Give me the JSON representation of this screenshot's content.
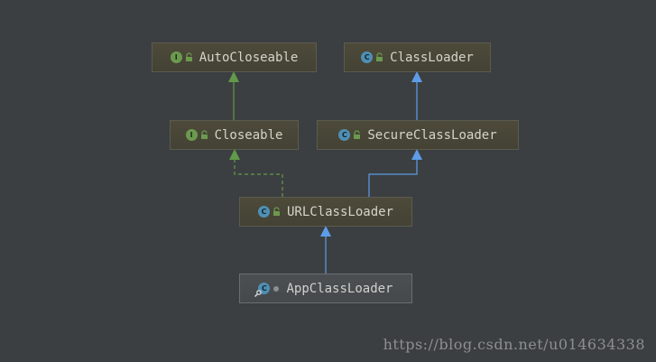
{
  "diagram": {
    "nodes": [
      {
        "id": "autocloseable",
        "label": "AutoCloseable",
        "kind": "I",
        "access": "lock"
      },
      {
        "id": "classloader",
        "label": "ClassLoader",
        "kind": "C",
        "access": "lock"
      },
      {
        "id": "closeable",
        "label": "Closeable",
        "kind": "I",
        "access": "lock"
      },
      {
        "id": "secureclassloader",
        "label": "SecureClassLoader",
        "kind": "C",
        "access": "lock"
      },
      {
        "id": "urlclassloader",
        "label": "URLClassLoader",
        "kind": "C",
        "access": "lock"
      },
      {
        "id": "appclassloader",
        "label": "AppClassLoader",
        "kind": "C",
        "access": "package"
      }
    ],
    "edges": [
      {
        "from": "closeable",
        "to": "autocloseable",
        "relation": "extends",
        "style": "solid",
        "color": "#619a4a"
      },
      {
        "from": "secureclassloader",
        "to": "classloader",
        "relation": "extends",
        "style": "solid",
        "color": "#5d9de8"
      },
      {
        "from": "urlclassloader",
        "to": "closeable",
        "relation": "implements",
        "style": "dashed",
        "color": "#619a4a"
      },
      {
        "from": "urlclassloader",
        "to": "secureclassloader",
        "relation": "extends",
        "style": "solid",
        "color": "#5d9de8"
      },
      {
        "from": "appclassloader",
        "to": "urlclassloader",
        "relation": "extends",
        "style": "solid",
        "color": "#5d9de8"
      }
    ]
  },
  "colors": {
    "background": "#3c3f41",
    "interface_icon": "#6b9a4f",
    "class_icon": "#4f8fb4",
    "implements_edge": "#619a4a",
    "extends_edge": "#5d9de8"
  },
  "icons": {
    "interface": "interface-icon",
    "class": "class-icon",
    "lock": "lock-icon",
    "package": "package-private-dot-icon",
    "search": "magnifier-icon"
  },
  "watermark": "https://blog.csdn.net/u014634338"
}
